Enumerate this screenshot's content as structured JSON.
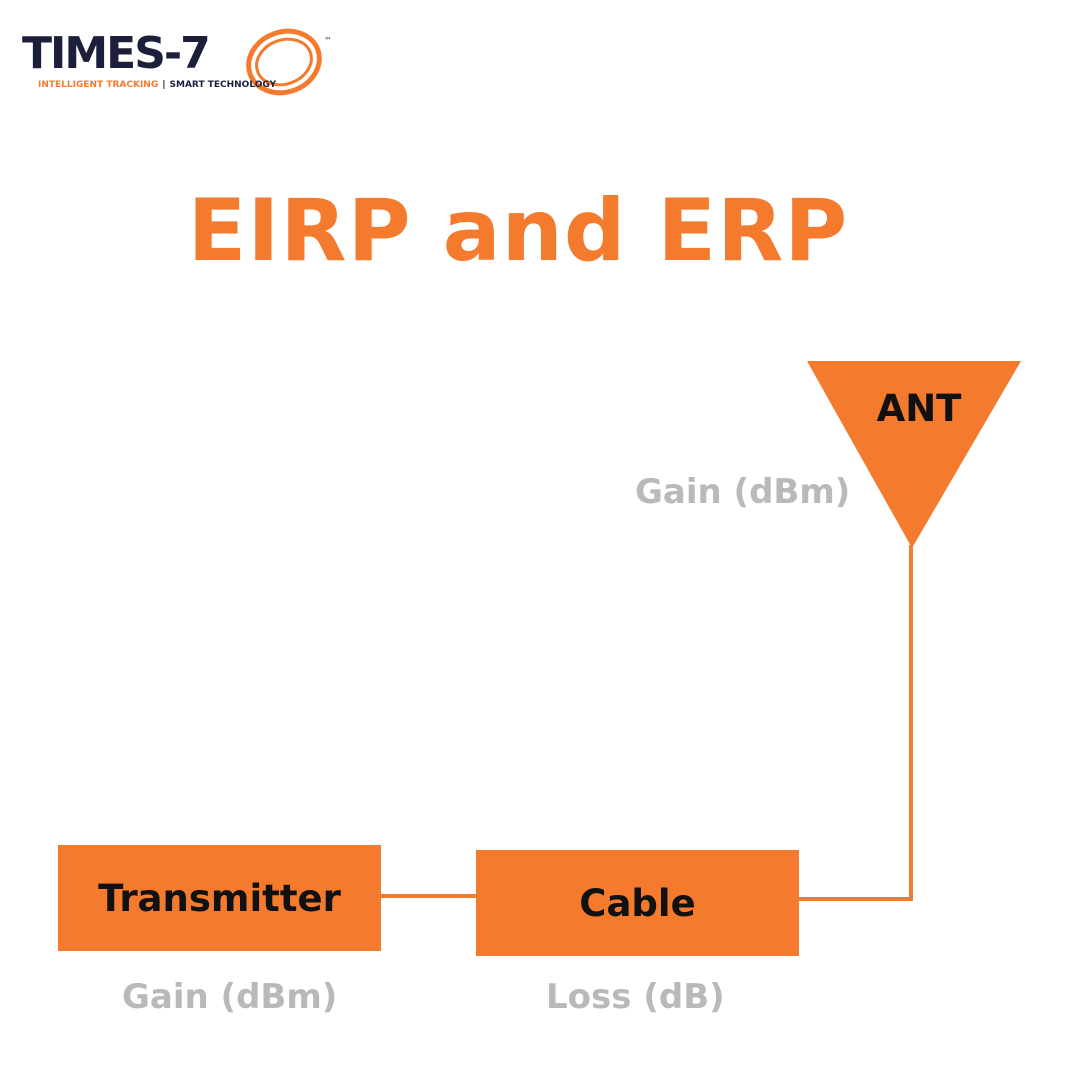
{
  "logo": {
    "brand": "TIMES-7",
    "trademark": "™",
    "tagline_left": "INTELLIGENT TRACKING",
    "tagline_separator": "|",
    "tagline_right": "SMART TECHNOLOGY"
  },
  "title": "EIRP and ERP",
  "blocks": {
    "transmitter": {
      "label": "Transmitter",
      "caption": "Gain (dBm)"
    },
    "cable": {
      "label": "Cable",
      "caption": "Loss (dB)"
    },
    "antenna": {
      "label": "ANT",
      "caption": "Gain (dBm)"
    }
  },
  "colors": {
    "accent": "#f47a2e",
    "caption": "#b9b9b9",
    "text": "#111111",
    "logo_navy": "#1c1f3a"
  }
}
